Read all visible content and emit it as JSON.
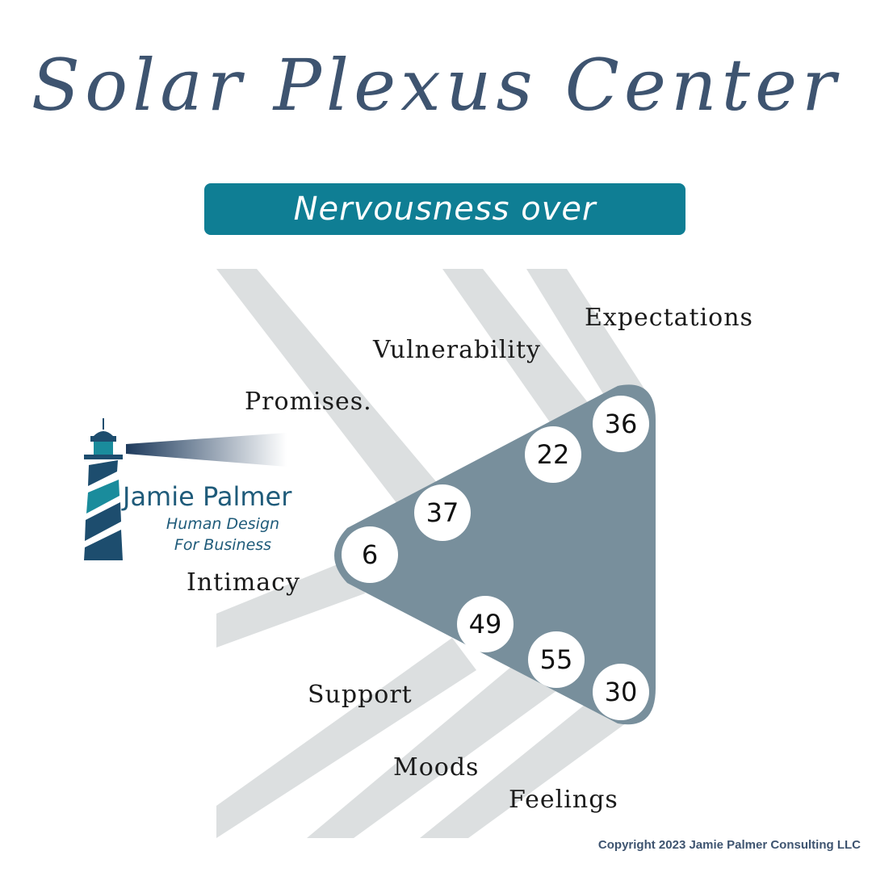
{
  "title": "Solar Plexus Center",
  "banner": "Nervousness over",
  "gates": [
    {
      "number": "36",
      "label": "Expectations"
    },
    {
      "number": "22",
      "label": "Vulnerability"
    },
    {
      "number": "37",
      "label": "Promises."
    },
    {
      "number": "6",
      "label": "Intimacy"
    },
    {
      "number": "49",
      "label": "Support"
    },
    {
      "number": "55",
      "label": "Moods"
    },
    {
      "number": "30",
      "label": "Feelings"
    }
  ],
  "logo": {
    "name": "Jamie Palmer",
    "line1": "Human Design",
    "line2": "For Business"
  },
  "copyright": "Copyright 2023 Jamie Palmer Consulting LLC",
  "colors": {
    "title": "#3e5470",
    "banner": "#0f7e94",
    "triangle": "#788f9c",
    "channels": "#dcdfe0",
    "logo_dark": "#1d4d6e",
    "logo_teal": "#1a8c9c"
  }
}
